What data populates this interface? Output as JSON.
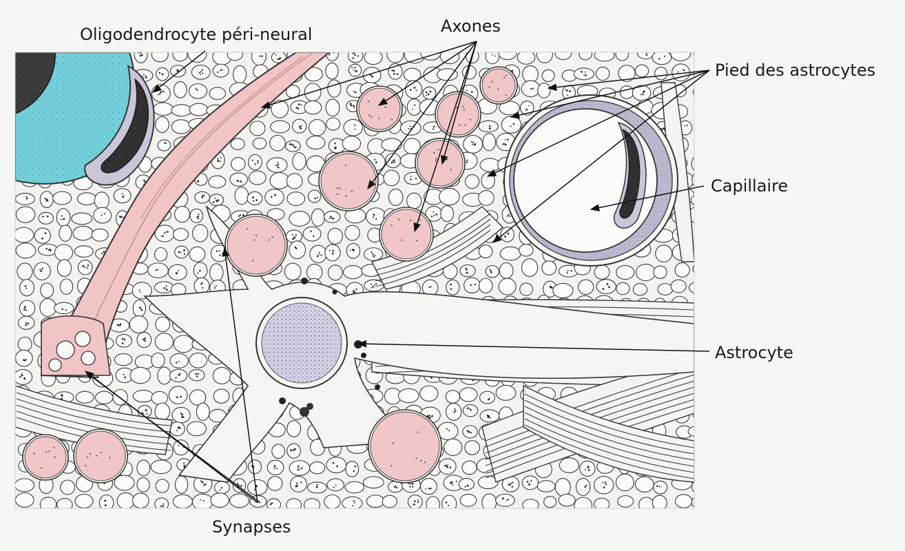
{
  "labels": {
    "oligodendrocyte": "Oligodendrocyte péri-neural",
    "axones": "Axones",
    "pied_astrocytes": "Pied des astrocytes",
    "capillaire": "Capillaire",
    "astrocyte": "Astrocyte",
    "synapses": "Synapses"
  },
  "colors": {
    "background": "#f6f6f3",
    "tissue": "#f4f3ef",
    "axon_pink": "#f1c6c8",
    "oligodendrocyte_cyan": "#6fd0dc",
    "astrocyte_nucleus": "#d6d2e6",
    "capillary_wall": "#b9b7cb",
    "ink": "#1f1f1f"
  }
}
